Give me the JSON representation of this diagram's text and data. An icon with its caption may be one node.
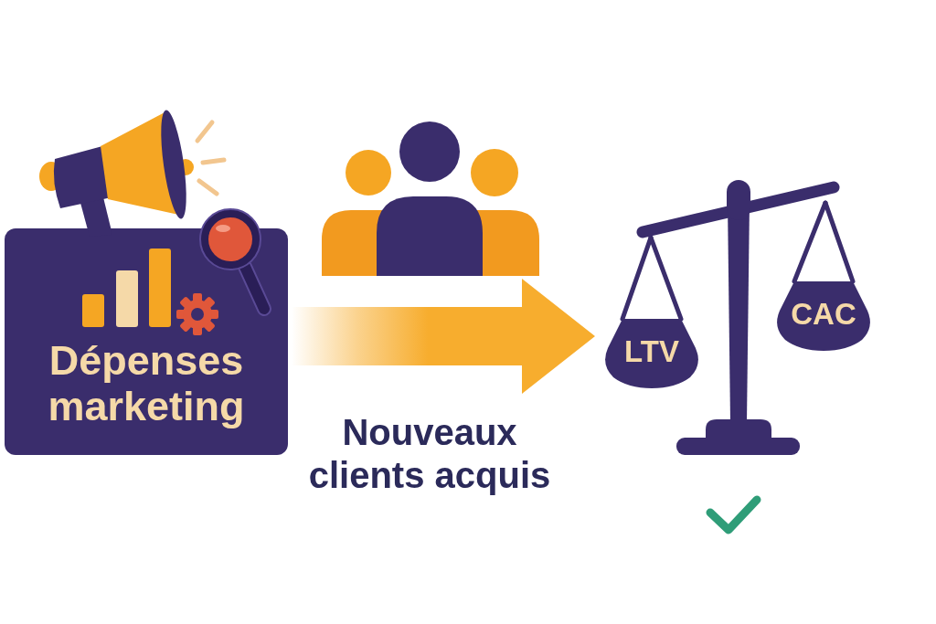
{
  "diagram": {
    "nodes": [
      {
        "text": [
          "Dépenses marketing"
        ]
      },
      {
        "text": [],
        "shape": "picture"
      },
      {
        "text": [
          "LTV"
        ],
        "in": 1
      },
      {
        "text": [
          "CAC"
        ],
        "in": 1
      }
    ],
    "edges": [
      {
        "from": 0,
        "to": 1,
        "arrow": "to",
        "label": "Nouveaux clients acquis"
      }
    ]
  }
}
